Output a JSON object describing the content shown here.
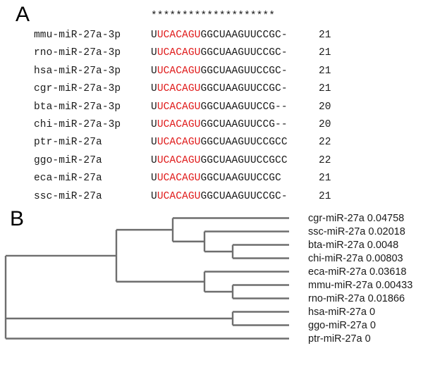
{
  "figure": {
    "panel_a_label": "A",
    "panel_b_label": "B"
  },
  "alignment": {
    "conservation_line": "********************",
    "highlight_color": "#e01b1b",
    "text_color": "#1a1a1a",
    "rows": [
      {
        "name": "mmu-miR-27a-3p",
        "seq_prefix": "U",
        "seq_highlight": "UCACAGU",
        "seq_suffix": "GGCUAAGUUCCGC-",
        "length": "21"
      },
      {
        "name": "rno-miR-27a-3p",
        "seq_prefix": "U",
        "seq_highlight": "UCACAGU",
        "seq_suffix": "GGCUAAGUUCCGC-",
        "length": "21"
      },
      {
        "name": "hsa-miR-27a-3p",
        "seq_prefix": "U",
        "seq_highlight": "UCACAGU",
        "seq_suffix": "GGCUAAGUUCCGC-",
        "length": "21"
      },
      {
        "name": "cgr-miR-27a-3p",
        "seq_prefix": "U",
        "seq_highlight": "UCACAGU",
        "seq_suffix": "GGCUAAGUUCCGC-",
        "length": "21"
      },
      {
        "name": "bta-miR-27a-3p",
        "seq_prefix": "U",
        "seq_highlight": "UCACAGU",
        "seq_suffix": "GGCUAAGUUCCG--",
        "length": "20"
      },
      {
        "name": "chi-miR-27a-3p",
        "seq_prefix": "U",
        "seq_highlight": "UCACAGU",
        "seq_suffix": "GGCUAAGUUCCG--",
        "length": "20"
      },
      {
        "name": "ptr-miR-27a",
        "seq_prefix": "U",
        "seq_highlight": "UCACAGU",
        "seq_suffix": "GGCUAAGUUCCGCC",
        "length": "22"
      },
      {
        "name": "ggo-miR-27a",
        "seq_prefix": "U",
        "seq_highlight": "UCACAGU",
        "seq_suffix": "GGCUAAGUUCCGCC",
        "length": "22"
      },
      {
        "name": "eca-miR-27a",
        "seq_prefix": "U",
        "seq_highlight": "UCACAGU",
        "seq_suffix": "GGCUAAGUUCCGC",
        "length": "21"
      },
      {
        "name": "ssc-miR-27a",
        "seq_prefix": "U",
        "seq_highlight": "UCACAGU",
        "seq_suffix": "GGCUAAGUUCCGC-",
        "length": "21"
      }
    ]
  },
  "tree": {
    "line_color": "#6e6e6e",
    "leaves": [
      {
        "label": "cgr-miR-27a 0.04758",
        "name": "cgr-miR-27a",
        "branch_length": "0.04758"
      },
      {
        "label": "ssc-miR-27a 0.02018",
        "name": "ssc-miR-27a",
        "branch_length": "0.02018"
      },
      {
        "label": "bta-miR-27a 0.0048",
        "name": "bta-miR-27a",
        "branch_length": "0.0048"
      },
      {
        "label": "chi-miR-27a 0.00803",
        "name": "chi-miR-27a",
        "branch_length": "0.00803"
      },
      {
        "label": "eca-miR-27a 0.03618",
        "name": "eca-miR-27a",
        "branch_length": "0.03618"
      },
      {
        "label": "mmu-miR-27a 0.00433",
        "name": "mmu-miR-27a",
        "branch_length": "0.00433"
      },
      {
        "label": "rno-miR-27a 0.01866",
        "name": "rno-miR-27a",
        "branch_length": "0.01866"
      },
      {
        "label": "hsa-miR-27a 0",
        "name": "hsa-miR-27a",
        "branch_length": "0"
      },
      {
        "label": "ggo-miR-27a 0",
        "name": "ggo-miR-27a",
        "branch_length": "0"
      },
      {
        "label": "ptr-miR-27a 0",
        "name": "ptr-miR-27a",
        "branch_length": "0"
      }
    ]
  }
}
